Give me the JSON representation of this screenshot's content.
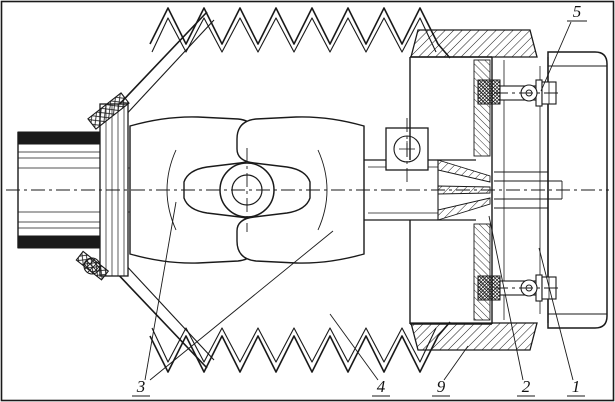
{
  "drawing": {
    "labels": {
      "pos1": "1",
      "pos2": "2",
      "pos3": "3",
      "pos4": "4",
      "pos5": "5",
      "pos9": "9"
    },
    "colors": {
      "ink": "#1a1a1a",
      "paper": "#ffffff"
    }
  }
}
